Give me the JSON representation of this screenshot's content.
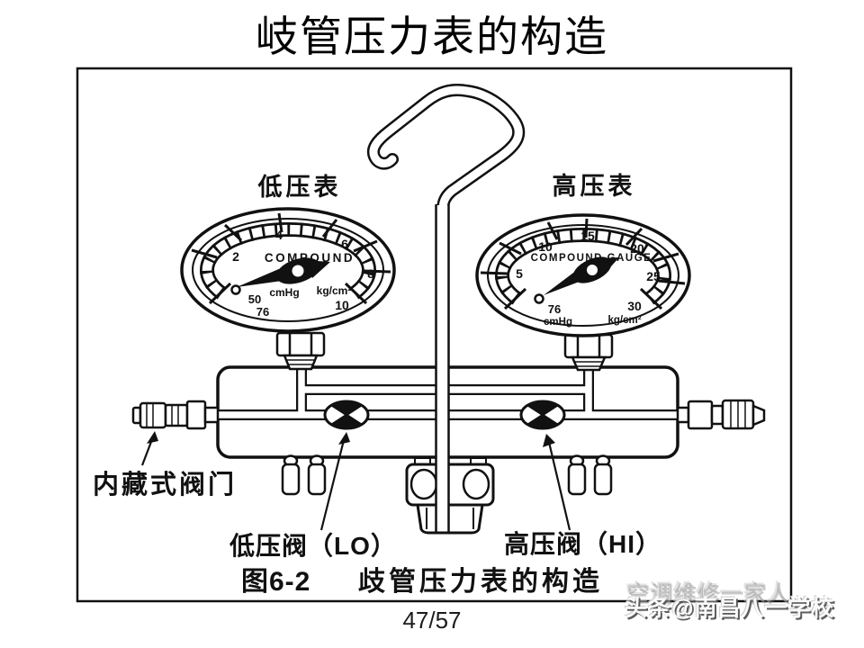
{
  "slide": {
    "title": "岐管压力表的构造",
    "page_number": "47/57",
    "watermark": "头条@南昌八一学校",
    "watermark_ghost": "空调维修一家人"
  },
  "figure": {
    "caption_prefix": "图6-2",
    "caption_title": "歧管压力表的构造",
    "labels": {
      "low_gauge": "低压表",
      "high_gauge": "高压表",
      "builtin_valve": "内藏式阀门",
      "low_valve": "低压阀（LO）",
      "high_valve": "高压阀（HI）"
    },
    "low_gauge_face": {
      "title": "COMPOUND",
      "scale": [
        "2",
        "4",
        "6",
        "8",
        "10"
      ],
      "vacuum_scale": [
        "50",
        "76"
      ],
      "unit_left": "cmHg",
      "unit_right": "kg/cm²"
    },
    "high_gauge_face": {
      "title": "COMPOUND GAUGE",
      "scale": [
        "5",
        "10",
        "15",
        "20",
        "25",
        "30"
      ],
      "vacuum_scale": [
        "76"
      ],
      "unit_left": "cmHg",
      "unit_right": "kg/cm²"
    }
  }
}
